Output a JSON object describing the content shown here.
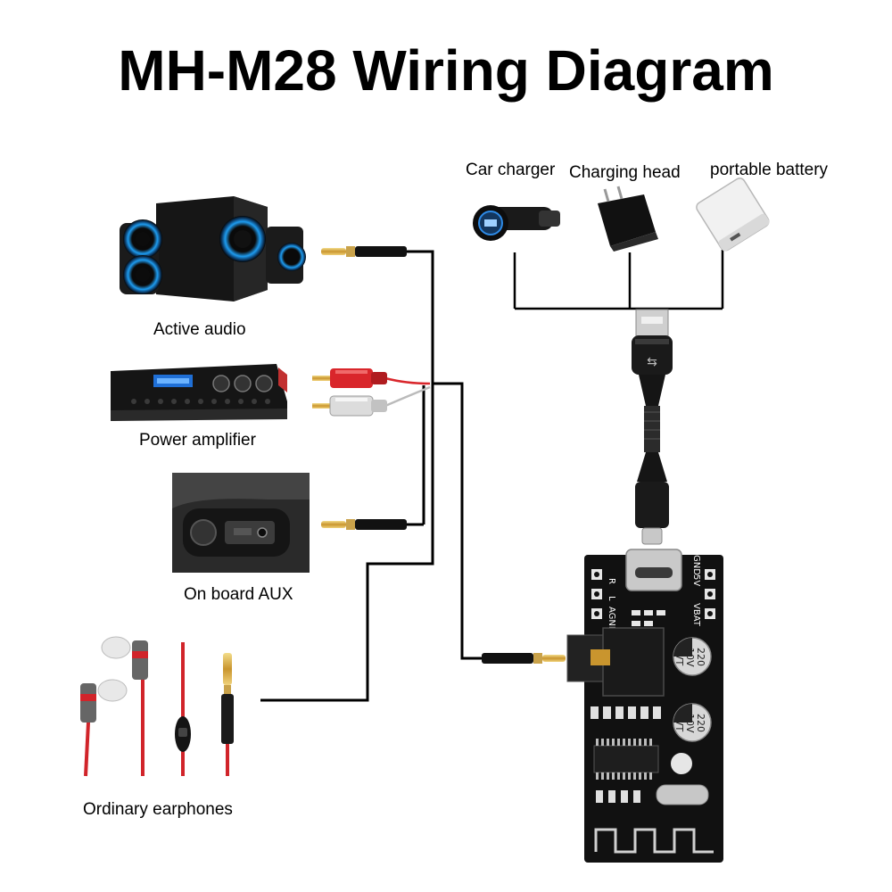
{
  "title": "MH-M28 Wiring Diagram",
  "power_sources": [
    {
      "label": "Car charger",
      "icon": "car-charger-icon"
    },
    {
      "label": "Charging head",
      "icon": "charging-head-icon"
    },
    {
      "label": "portable battery",
      "icon": "portable-battery-icon"
    }
  ],
  "audio_devices": [
    {
      "label": "Active audio",
      "icon": "active-speaker-icon"
    },
    {
      "label": "Power amplifier",
      "icon": "power-amplifier-icon"
    },
    {
      "label": "On board AUX",
      "icon": "car-aux-port-icon"
    },
    {
      "label": "Ordinary earphones",
      "icon": "earphones-icon"
    }
  ],
  "board": {
    "pin_labels": [
      "R",
      "L",
      "AGND",
      "5V",
      "GND",
      "VBAT"
    ],
    "capacitor_1": [
      "220",
      "10V",
      "VT"
    ],
    "capacitor_2": [
      "220",
      "10V",
      "VT"
    ]
  },
  "colors": {
    "cable": "#000000",
    "rca_red": "#d9262b",
    "rca_white": "#d8d8d8",
    "gold": "#d9b04a",
    "board": "#111111"
  }
}
